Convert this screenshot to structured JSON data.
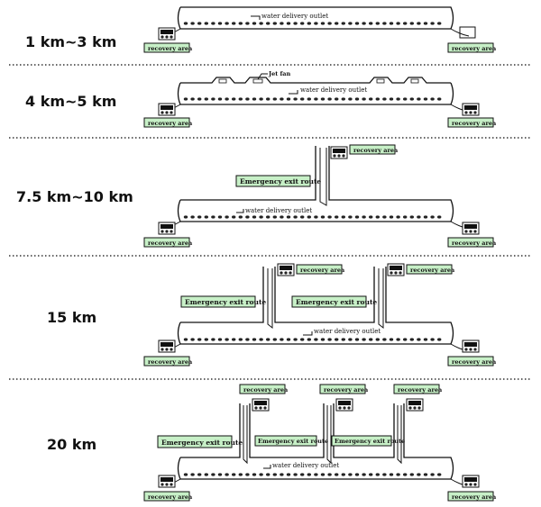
{
  "rows": [
    {
      "label": "1 km~3 km"
    },
    {
      "label": "4 km~5 km"
    },
    {
      "label": "7.5 km~10 km"
    },
    {
      "label": "15 km"
    },
    {
      "label": "20 km"
    }
  ],
  "labels": {
    "recovery_area": "recovery area",
    "water_delivery_outlet": "water delivery outlet",
    "jet_fan": "Jet fan",
    "emergency_exit_route": "Emergency exit route"
  }
}
